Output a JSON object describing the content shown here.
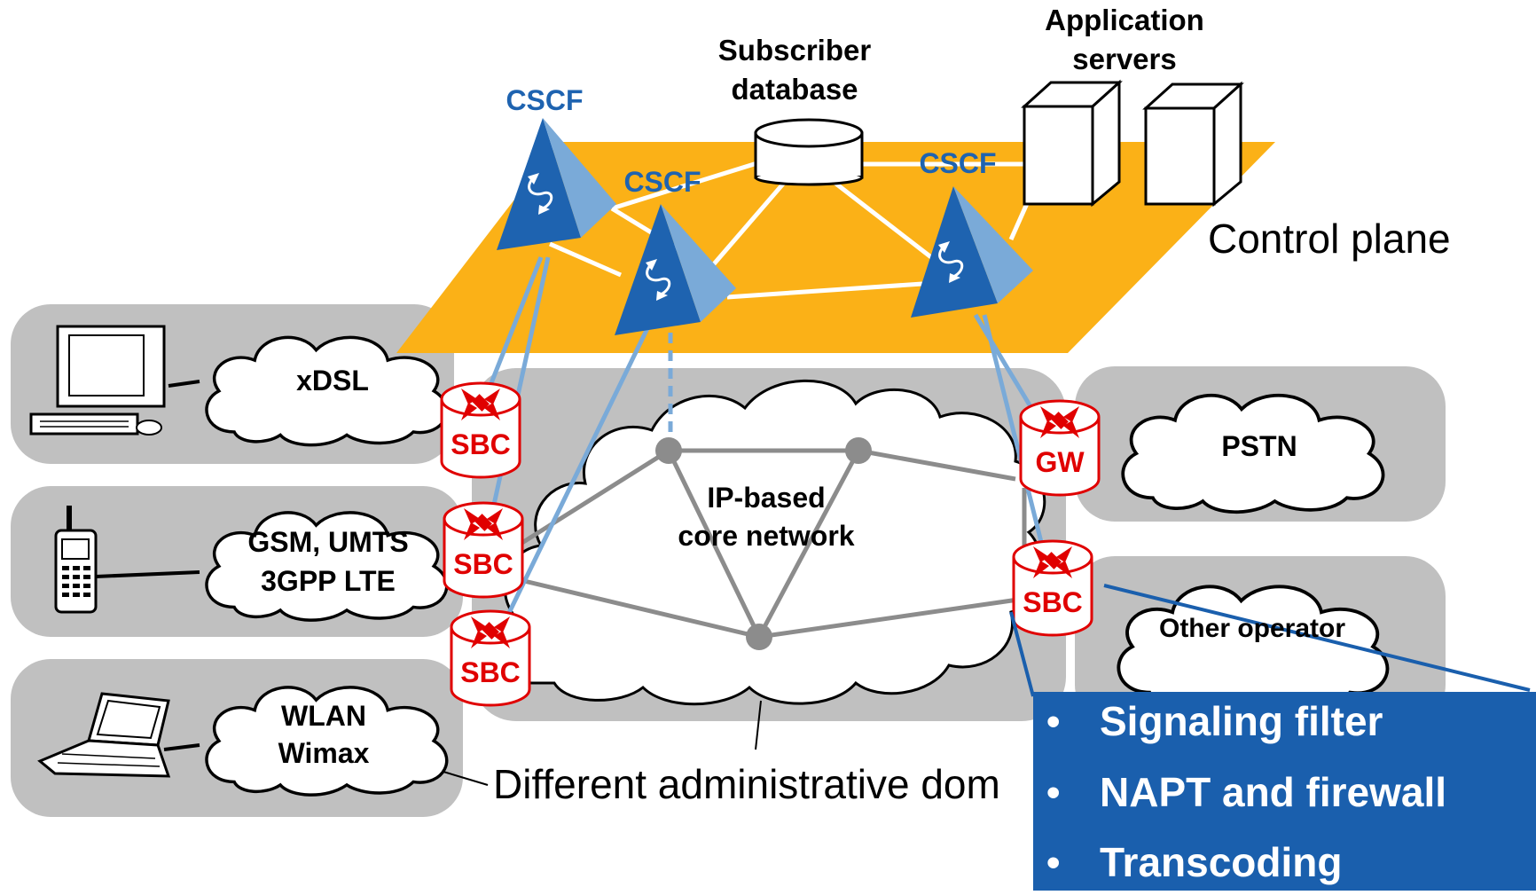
{
  "labels": {
    "application_servers": [
      "Application",
      "servers"
    ],
    "subscriber_database": [
      "Subscriber",
      "database"
    ],
    "cscf": "CSCF",
    "control_plane": "Control plane",
    "core_network": [
      "IP-based",
      "core network"
    ],
    "admin_domains": "Different administrative dom",
    "xdsl": "xDSL",
    "mobile": [
      "GSM, UMTS",
      "3GPP LTE"
    ],
    "wlan": [
      "WLAN",
      "Wimax"
    ],
    "pstn": "PSTN",
    "other_operator": "Other operator",
    "sbc": "SBC",
    "gw": "GW"
  },
  "features": {
    "bullet": "•",
    "items": [
      "Signaling filter",
      "NAPT and firewall",
      "Transcoding"
    ]
  },
  "colors": {
    "control_plane": "#fbb117",
    "domain_gray": "#c0c0c0",
    "cscf_blue": "#1e63b0",
    "cscf_light": "#7aaad8",
    "link_blue": "#7aaad8",
    "core_link": "#8c8c8c",
    "sbc_red": "#e00000",
    "feature_box": "#1a5fad"
  },
  "icons": [
    "desktop-computer-icon",
    "mobile-phone-icon",
    "laptop-icon",
    "database-icon",
    "server-icon",
    "cloud-icon",
    "router-icon",
    "pyramid-icon"
  ]
}
